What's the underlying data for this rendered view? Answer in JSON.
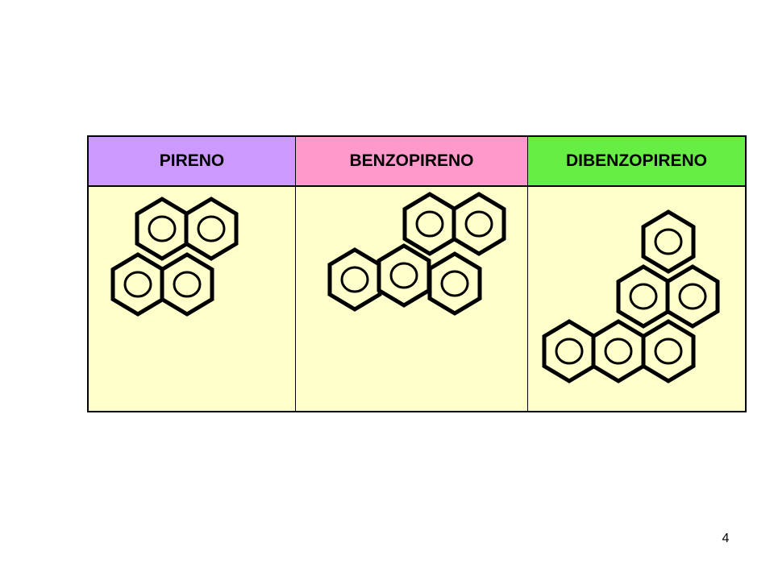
{
  "table": {
    "columns": [
      {
        "label": "PIRENO",
        "color": "#cc99ff"
      },
      {
        "label": "BENZOPIRENO",
        "color": "#ff99cc"
      },
      {
        "label": "DIBENZOPIRENO",
        "color": "#66ee44"
      }
    ],
    "cell_background": "#ffffcc"
  },
  "molecules": [
    {
      "name_ref": "PIRENO",
      "ring_count": 4,
      "icon": "pyrene-structure-icon"
    },
    {
      "name_ref": "BENZOPIRENO",
      "ring_count": 5,
      "icon": "benzopyrene-structure-icon"
    },
    {
      "name_ref": "DIBENZOPIRENO",
      "ring_count": 6,
      "icon": "dibenzopyrene-structure-icon"
    }
  ],
  "page_number": "4"
}
